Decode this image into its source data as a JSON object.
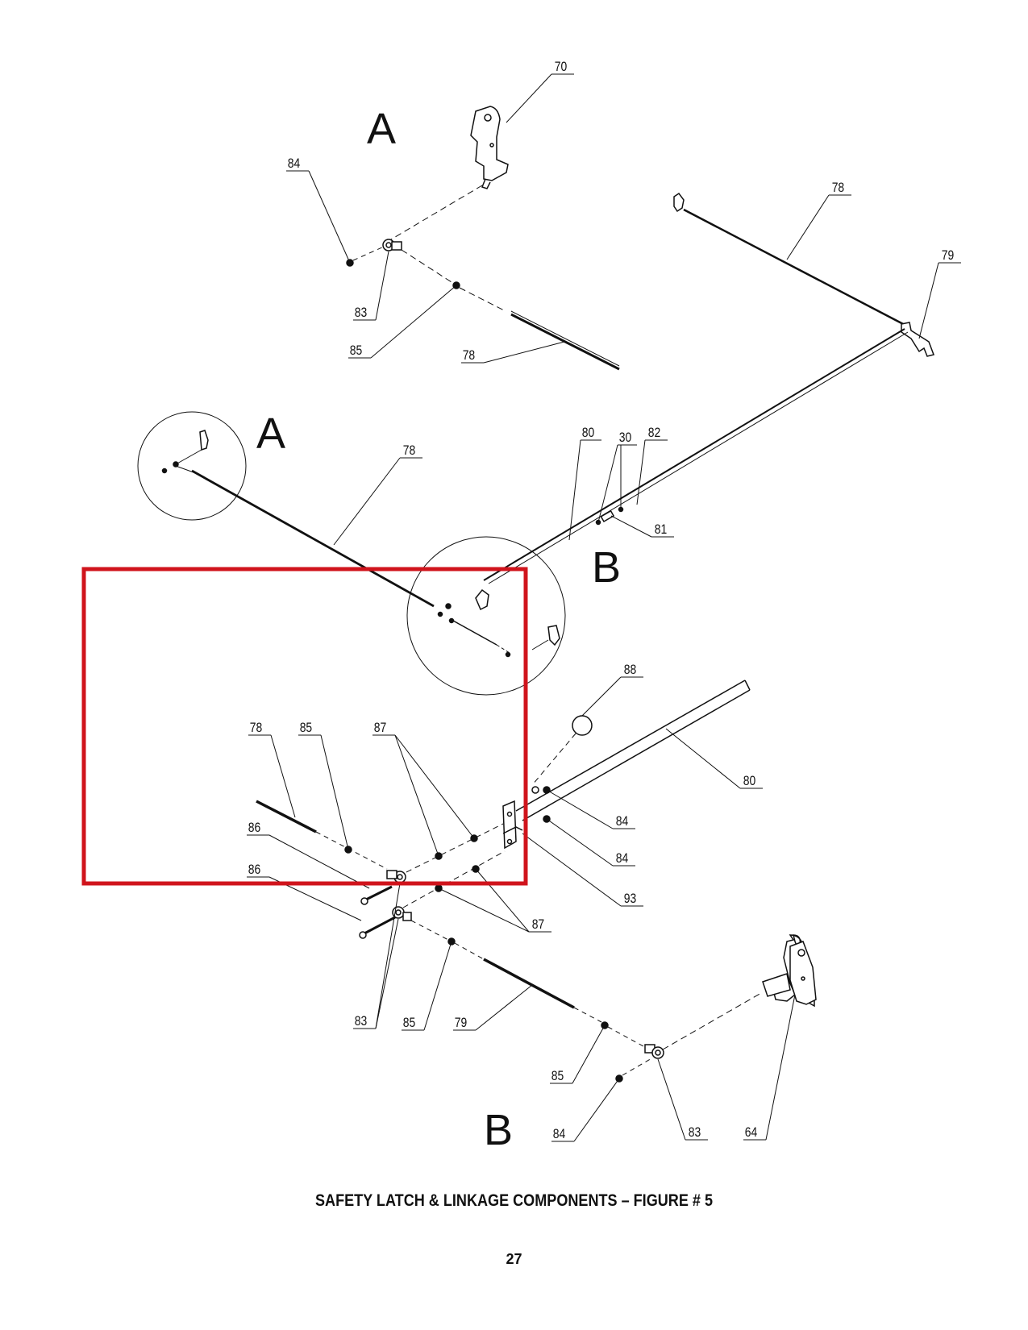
{
  "figure": {
    "caption": "SAFETY LATCH & LINKAGE COMPONENTS – FIGURE # 5",
    "page_number": "27"
  },
  "view_letters": {
    "a_detail": "A",
    "a_main": "A",
    "b_main": "B",
    "b_detail": "B"
  },
  "callouts": {
    "c70": "70",
    "c84_top": "84",
    "c83_top": "83",
    "c85_top": "85",
    "c78_top": "78",
    "c78_right": "78",
    "c79_right": "79",
    "c78_mid": "78",
    "c80_mid": "80",
    "c30": "30",
    "c82": "82",
    "c81": "81",
    "c88": "88",
    "c80_low": "80",
    "c78_low": "78",
    "c85_low": "85",
    "c87_upper": "87",
    "c86_a": "86",
    "c86_b": "86",
    "c84_a": "84",
    "c84_b": "84",
    "c93": "93",
    "c87_lower": "87",
    "c83_low": "83",
    "c85_bot_a": "85",
    "c79_bot": "79",
    "c85_bot_b": "85",
    "c84_bot": "84",
    "c83_bot": "83",
    "c64": "64"
  },
  "colors": {
    "line": "#111111",
    "highlight_box": "#d0141c"
  }
}
